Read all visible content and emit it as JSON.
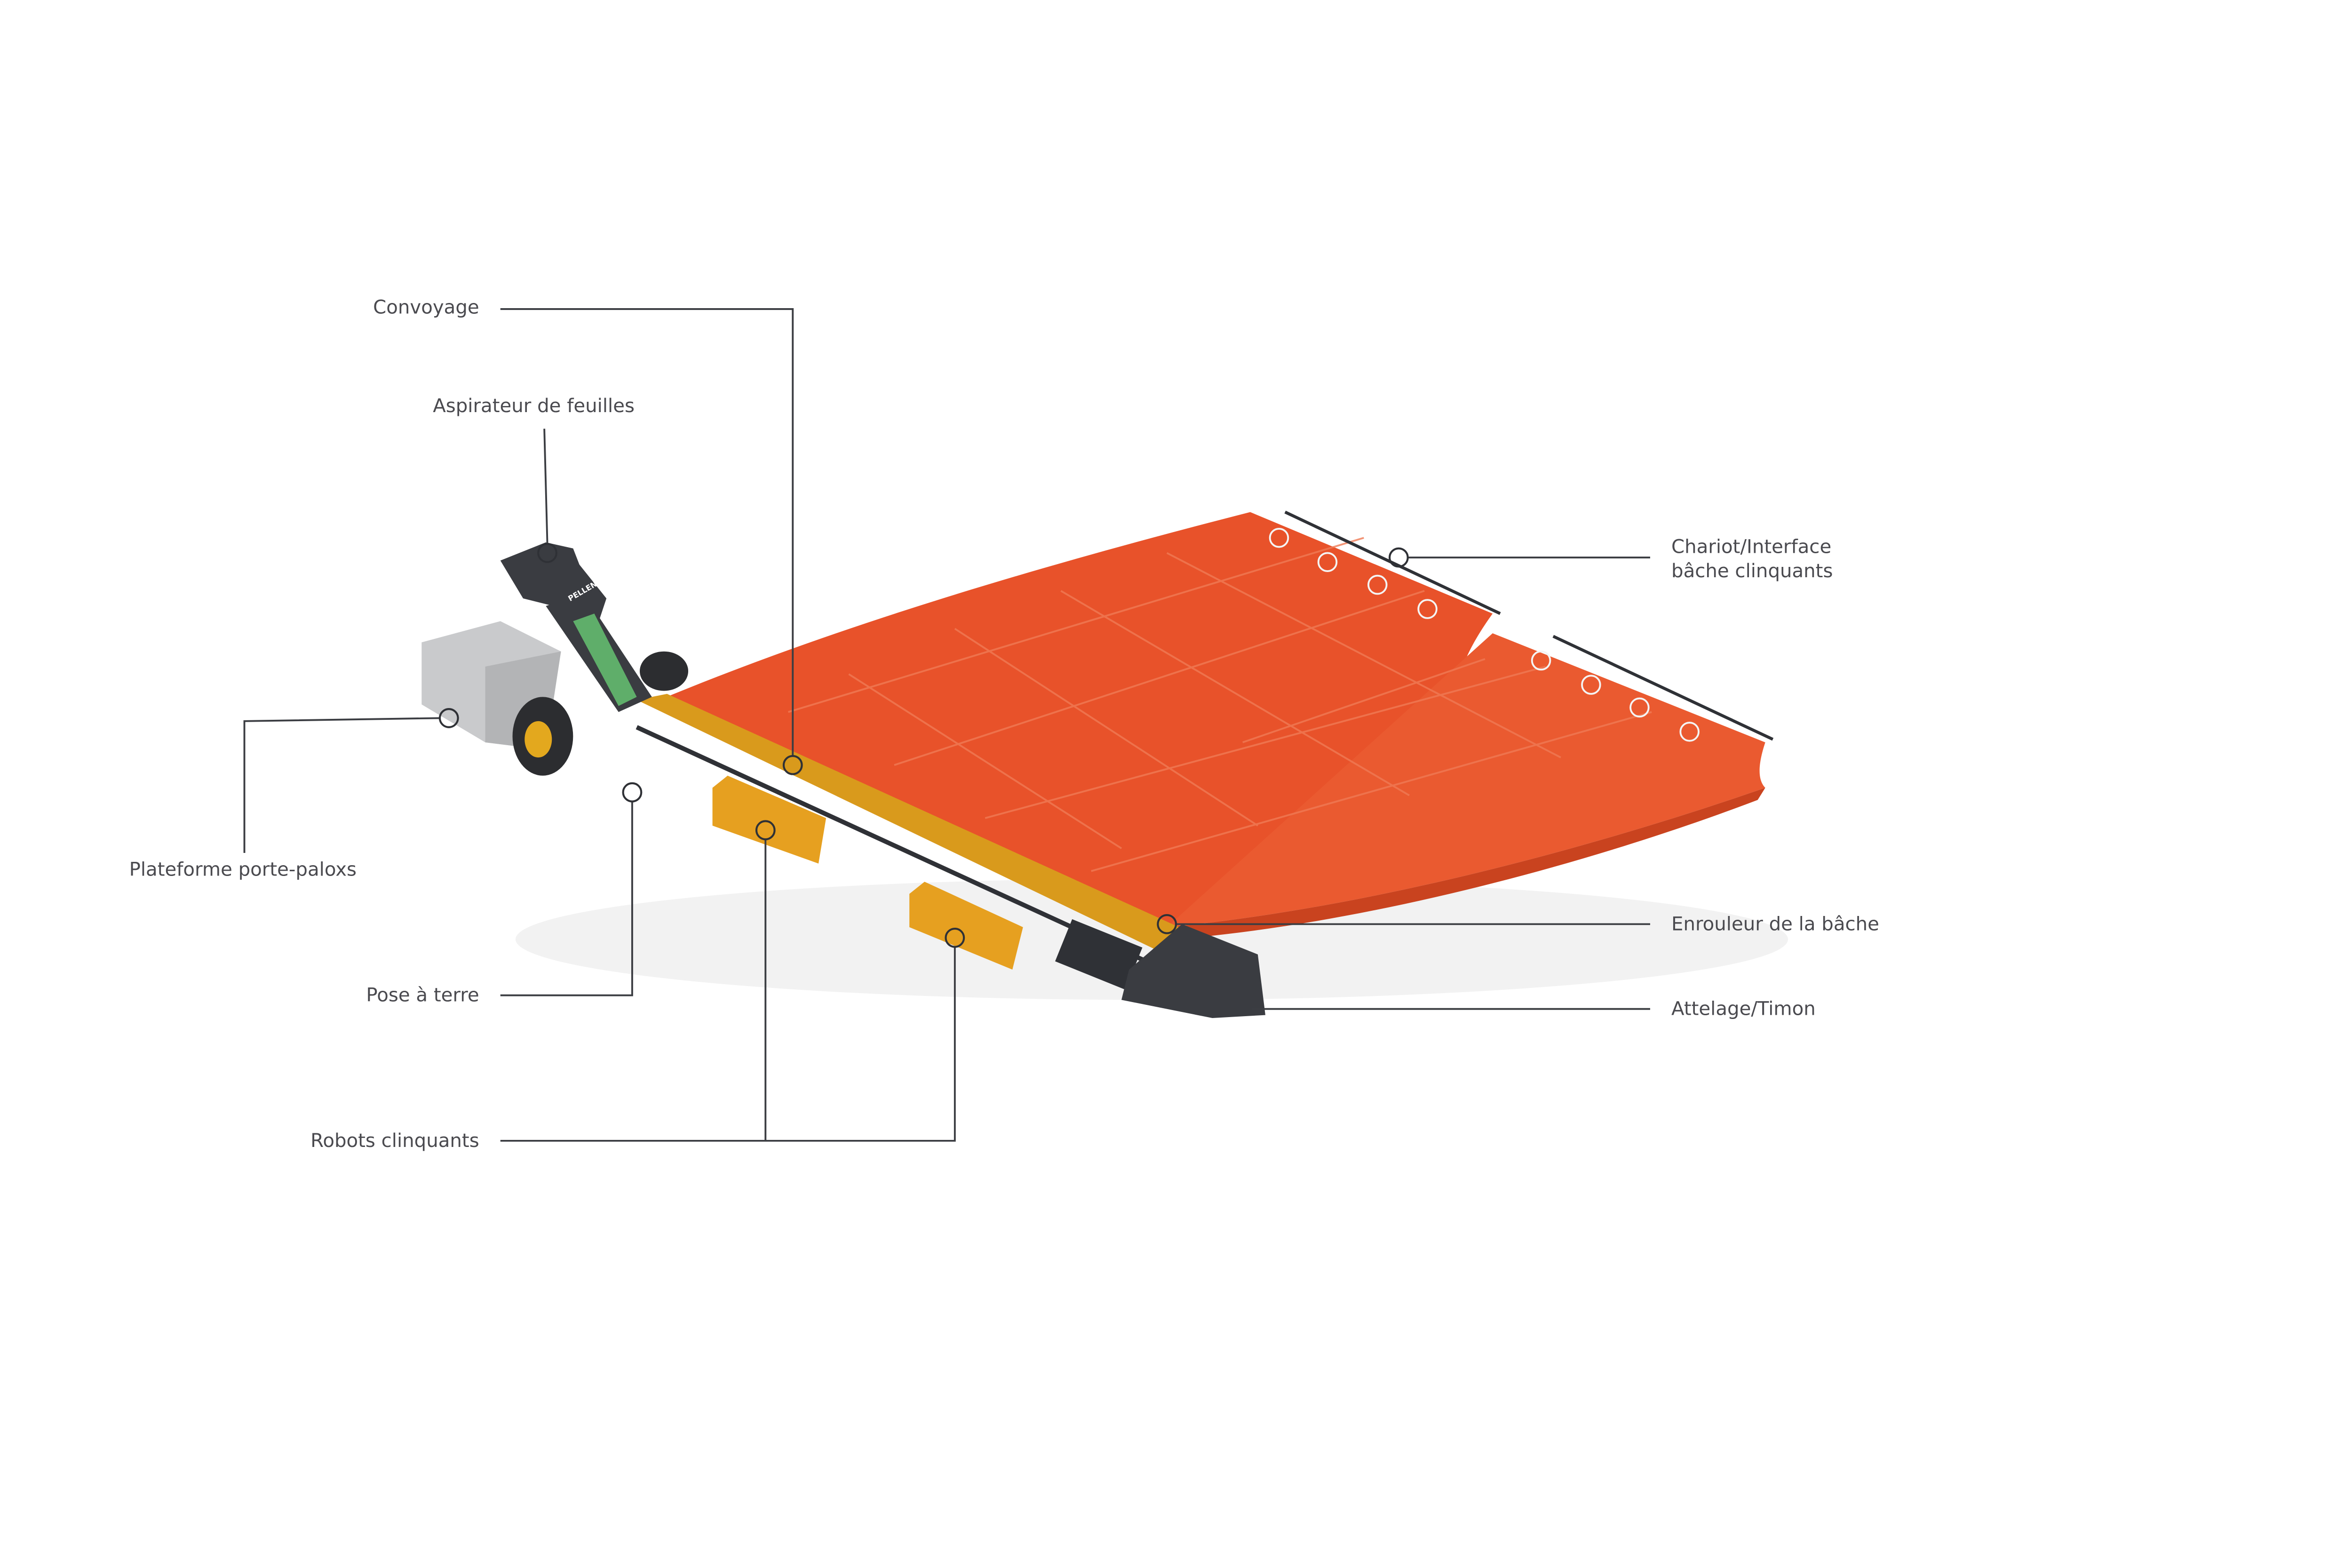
{
  "diagram": {
    "subject": "PELLENC",
    "colors": {
      "tarp": "#e8522a",
      "beam": "#d99a1c",
      "conveyor": "#5fae6a",
      "frame": "#3a3c41",
      "box": "#c9cacc",
      "line": "#3b3d42",
      "text": "#4a4a4f"
    },
    "labels": {
      "convoyage": "Convoyage",
      "aspirateur": "Aspirateur de feuilles",
      "plateforme": "Plateforme porte-paloxs",
      "pose": "Pose à terre",
      "robots": "Robots clinquants",
      "chariot_line1": "Chariot/Interface",
      "chariot_line2": "bâche clinquants",
      "enrouleur": "Enrouleur de la bâche",
      "attelage": "Attelage/Timon"
    }
  }
}
